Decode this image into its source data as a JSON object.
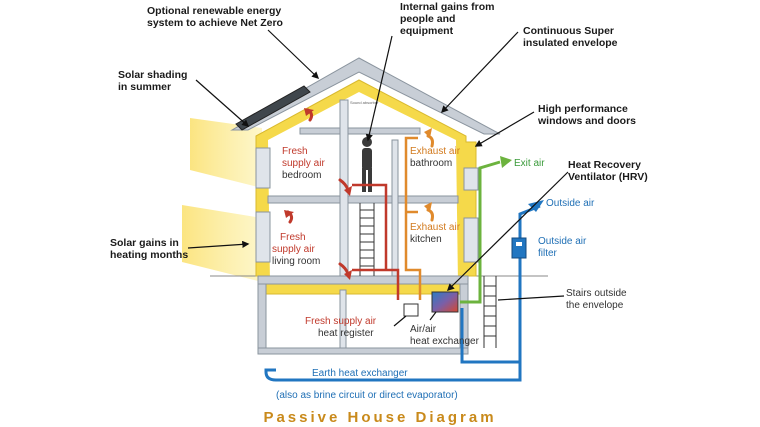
{
  "title": "Passive House Diagram",
  "callouts": {
    "renewable_1": "Optional renewable energy",
    "renewable_2": "system to achieve Net Zero",
    "internal_1": "Internal gains from",
    "internal_2": "people and",
    "internal_3": "equipment",
    "envelope_1": "Continuous Super",
    "envelope_2": "insulated envelope",
    "shading_1": "Solar shading",
    "shading_2": "in summer",
    "windows_1": "High performance",
    "windows_2": "windows and doors",
    "hrv_1": "Heat Recovery",
    "hrv_2": "Ventilator (HRV)",
    "solar_gains_1": "Solar gains in",
    "solar_gains_2": "heating months"
  },
  "rooms": {
    "bedroom_1": "Fresh",
    "bedroom_2": "supply air",
    "bedroom_3": "bedroom",
    "bathroom_1": "Exhaust air",
    "bathroom_2": "bathroom",
    "living_1": "Fresh",
    "living_2": "supply air",
    "living_3": "living room",
    "kitchen_1": "Exhaust air",
    "kitchen_2": "kitchen"
  },
  "flow_labels": {
    "exit_air": "Exit air",
    "outside_air": "Outside air",
    "outside_filter_1": "Outside air",
    "outside_filter_2": "filter",
    "stairs_1": "Stairs outside",
    "stairs_2": "the envelope",
    "fresh_register_1": "Fresh supply air",
    "fresh_register_2": "heat register",
    "exchanger_1": "Air/air",
    "exchanger_2": "heat exchanger",
    "earth_1": "Earth heat exchanger",
    "earth_2": "(also as brine circuit or direct evaporator)"
  },
  "colors": {
    "insulation": "#f5d94a",
    "supply_red": "#c0392b",
    "exhaust_orange": "#e08a2c",
    "exit_green": "#6cb33e",
    "outside_blue": "#2176c1",
    "wall_gray": "#c8ced6",
    "title_gold": "#c98a1b"
  }
}
